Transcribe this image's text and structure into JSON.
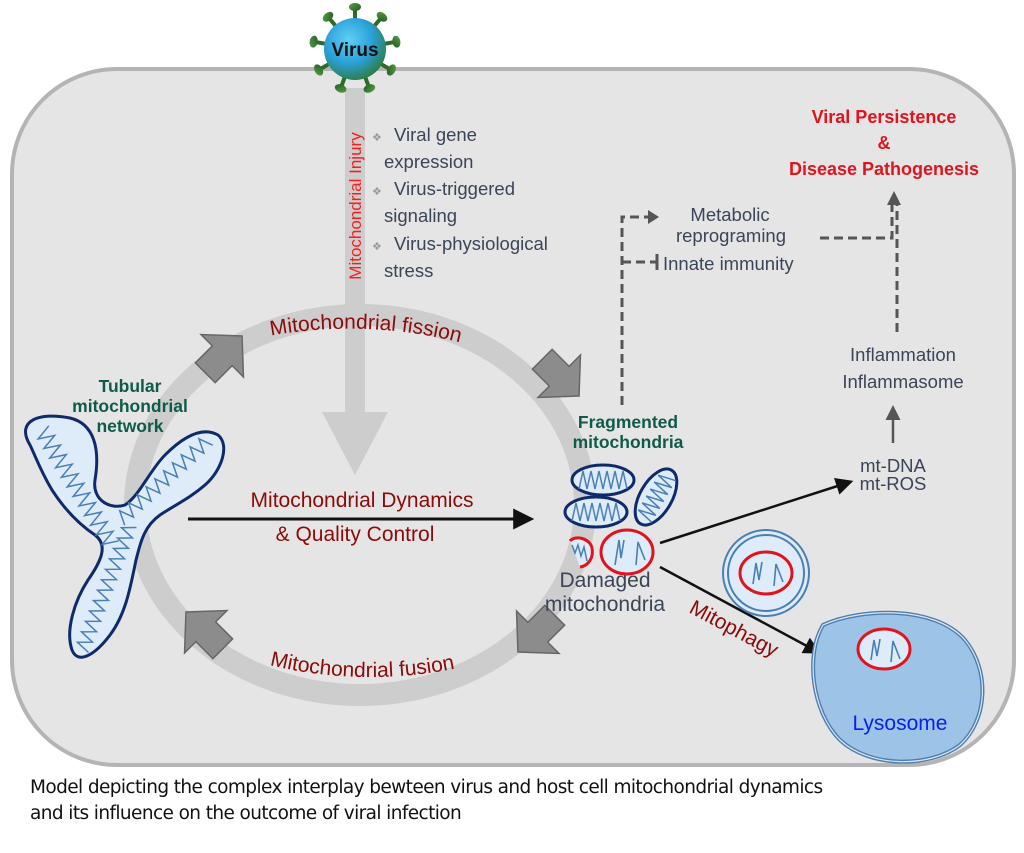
{
  "virus": {
    "label": "Virus"
  },
  "injury": {
    "label": "Mitochondrial Injury",
    "causes": [
      {
        "line1": "Viral gene",
        "line2": "expression"
      },
      {
        "line1": "Virus-triggered",
        "line2": "signaling"
      },
      {
        "line1": "Virus-physiological",
        "line2": "stress"
      }
    ]
  },
  "cycle": {
    "fission": "Mitochondrial fission",
    "fusion": "Mitochondrial fusion",
    "center_line1": "Mitochondrial Dynamics",
    "center_line2": "& Quality Control"
  },
  "tubular": {
    "line1": "Tubular",
    "line2": "mitochondrial",
    "line3": "network"
  },
  "fragmented": {
    "line1": "Fragmented",
    "line2": "mitochondria"
  },
  "damaged": {
    "line1": "Damaged",
    "line2": "mitochondria"
  },
  "outcomes": {
    "metabolic_line1": "Metabolic",
    "metabolic_line2": "reprograming",
    "innate": "Innate immunity",
    "mt_dna": "mt-DNA",
    "mt_ros": "mt-ROS",
    "inflammation": "Inflammation",
    "inflammasome": "Inflammasome",
    "mitophagy": "Mitophagy",
    "lysosome": "Lysosome",
    "result_line1": "Viral Persistence",
    "result_line2": "&",
    "result_line3": "Disease Pathogenesis"
  },
  "caption": {
    "line1": "Model depicting the complex interplay bewteen virus and host cell mitochondrial dynamics",
    "line2": "and its influence on the outcome of viral infection"
  },
  "colors": {
    "cell_fill": "#e5e5e5",
    "cell_border": "#b4b4b4",
    "dark_red": "#8b0a0a",
    "bright_red": "#e0141e",
    "teal": "#0f5a4a",
    "slate": "#3a4558",
    "mito_fill": "#deebf8",
    "mito_border": "#0f2a6a",
    "cristae": "#4a7fb5",
    "lysosome_fill": "#9dc3e6",
    "lysosome_text": "#0a1ef0"
  }
}
